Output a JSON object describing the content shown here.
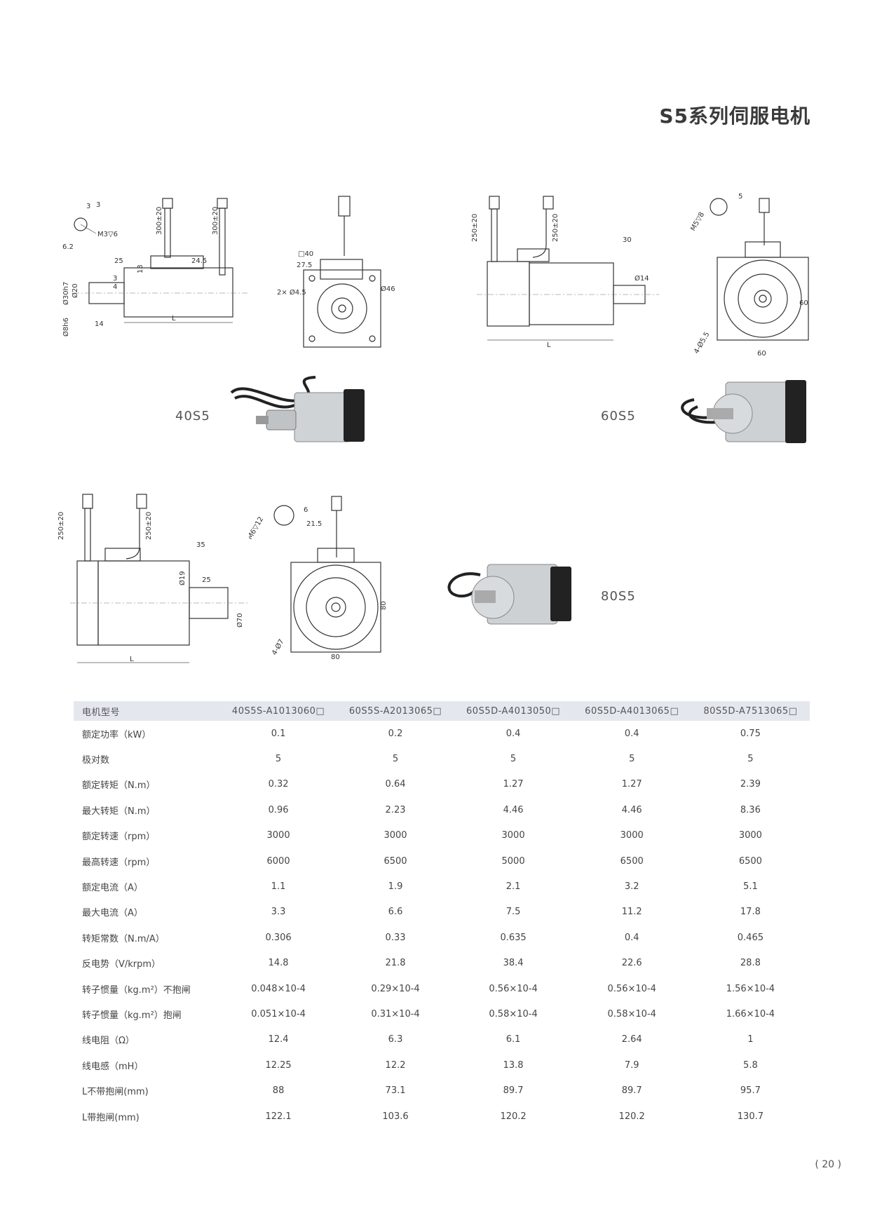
{
  "header": {
    "title": "S5系列伺服电机"
  },
  "figures": {
    "m40": {
      "label": "40S5",
      "dims": [
        "3",
        "3",
        "6.2",
        "M3▽6",
        "300±20",
        "300±20",
        "25",
        "24.5",
        "3",
        "4",
        "13",
        "Ø30h7",
        "Ø20",
        "Ø8h6",
        "14",
        "L",
        "□40",
        "27.5",
        "2× Ø4.5",
        "Ø46"
      ]
    },
    "m60": {
      "label": "60S5",
      "dims": [
        "250±20",
        "250±20",
        "30",
        "L",
        "5",
        "Ø14",
        "60",
        "60",
        "4-Ø5.5",
        "M5▽8"
      ]
    },
    "m80": {
      "label": "80S5",
      "dims": [
        "250±20",
        "250±20",
        "35",
        "25",
        "Ø19",
        "Ø70",
        "L",
        "80",
        "80",
        "4-Ø7",
        "M6▽12",
        "21.5",
        "6"
      ]
    }
  },
  "table": {
    "headers": [
      "电机型号",
      "40S5S-A1013060□",
      "60S5S-A2013065□",
      "60S5D-A4013050□",
      "60S5D-A4013065□",
      "80S5D-A7513065□"
    ],
    "rows": [
      [
        "额定功率（kW）",
        "0.1",
        "0.2",
        "0.4",
        "0.4",
        "0.75"
      ],
      [
        "极对数",
        "5",
        "5",
        "5",
        "5",
        "5"
      ],
      [
        "额定转矩（N.m）",
        "0.32",
        "0.64",
        "1.27",
        "1.27",
        "2.39"
      ],
      [
        "最大转矩（N.m）",
        "0.96",
        "2.23",
        "4.46",
        "4.46",
        "8.36"
      ],
      [
        "额定转速（rpm）",
        "3000",
        "3000",
        "3000",
        "3000",
        "3000"
      ],
      [
        "最高转速（rpm）",
        "6000",
        "6500",
        "5000",
        "6500",
        "6500"
      ],
      [
        "额定电流（A）",
        "1.1",
        "1.9",
        "2.1",
        "3.2",
        "5.1"
      ],
      [
        "最大电流（A）",
        "3.3",
        "6.6",
        "7.5",
        "11.2",
        "17.8"
      ],
      [
        "转矩常数（N.m/A）",
        "0.306",
        "0.33",
        "0.635",
        "0.4",
        "0.465"
      ],
      [
        "反电势（V/krpm）",
        "14.8",
        "21.8",
        "38.4",
        "22.6",
        "28.8"
      ],
      [
        "转子惯量（kg.m²）不抱闸",
        "0.048×10-4",
        "0.29×10-4",
        "0.56×10-4",
        "0.56×10-4",
        "1.56×10-4"
      ],
      [
        "转子惯量（kg.m²）抱闸",
        "0.051×10-4",
        "0.31×10-4",
        "0.58×10-4",
        "0.58×10-4",
        "1.66×10-4"
      ],
      [
        "线电阻（Ω）",
        "12.4",
        "6.3",
        "6.1",
        "2.64",
        "1"
      ],
      [
        "线电感（mH）",
        "12.25",
        "12.2",
        "13.8",
        "7.9",
        "5.8"
      ],
      [
        "L不带抱闸(mm)",
        "88",
        "73.1",
        "89.7",
        "89.7",
        "95.7"
      ],
      [
        "L带抱闸(mm)",
        "122.1",
        "103.6",
        "120.2",
        "120.2",
        "130.7"
      ]
    ]
  },
  "footer": {
    "page": "( 20 )"
  }
}
